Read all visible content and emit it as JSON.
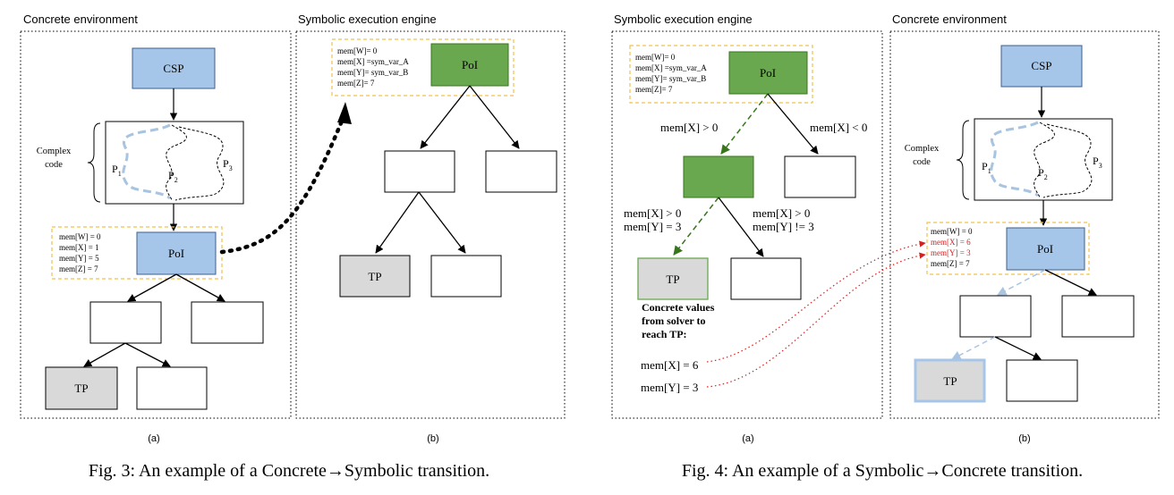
{
  "figure3": {
    "caption": "Fig. 3: An example of a Concrete→Symbolic transition.",
    "panel_a": {
      "title": "Concrete environment",
      "label": "(a)",
      "csp": "CSP",
      "complex_code": [
        "Complex",
        "code"
      ],
      "paths": [
        "P",
        "1",
        "P",
        "2",
        "P",
        "3"
      ],
      "poi": "PoI",
      "mem": [
        "mem[W] = 0",
        "mem[X] = 1",
        "mem[Y] = 5",
        "mem[Z] = 7"
      ],
      "tp": "TP"
    },
    "panel_b": {
      "title": "Symbolic execution engine",
      "label": "(b)",
      "poi": "PoI",
      "mem": [
        "mem[W]= 0",
        "mem[X] =sym_var_A",
        "mem[Y]= sym_var_B",
        "mem[Z]= 7"
      ],
      "tp": "TP"
    }
  },
  "figure4": {
    "caption": "Fig. 4: An example of a Symbolic→Concrete transition.",
    "panel_a": {
      "title": "Symbolic execution engine",
      "label": "(a)",
      "poi": "PoI",
      "mem": [
        "mem[W]= 0",
        "mem[X] =sym_var_A",
        "mem[Y]= sym_var_B",
        "mem[Z]= 7"
      ],
      "cond_left": "mem[X] > 0",
      "cond_right": "mem[X] < 0",
      "cond_bl": [
        "mem[X] > 0",
        "mem[Y] = 3"
      ],
      "cond_br": [
        "mem[X] > 0",
        "mem[Y] != 3"
      ],
      "tp": "TP",
      "solver_note": [
        "Concrete values",
        "from solver to",
        "reach TP:"
      ],
      "val_x": "mem[X] = 6",
      "val_y": "mem[Y] = 3"
    },
    "panel_b": {
      "title": "Concrete environment",
      "label": "(b)",
      "csp": "CSP",
      "complex_code": [
        "Complex",
        "code"
      ],
      "paths": [
        "P",
        "1",
        "P",
        "2",
        "P",
        "3"
      ],
      "poi": "PoI",
      "mem": [
        "mem[W] = 0",
        "mem[X] = 6",
        "mem[Y] = 3",
        "mem[Z] = 7"
      ],
      "tp": "TP"
    }
  },
  "colors": {
    "blue_fill": "#a5c6e8",
    "blue_border": "#3f5f8c",
    "green_fill": "#6aa84f",
    "green_border": "#38761d",
    "gray_fill": "#d9d9d9",
    "orange_dash": "#f1c04a",
    "dashed_blue": "#a8c4e0",
    "dashed_green": "#38761d",
    "red": "#d62020"
  }
}
